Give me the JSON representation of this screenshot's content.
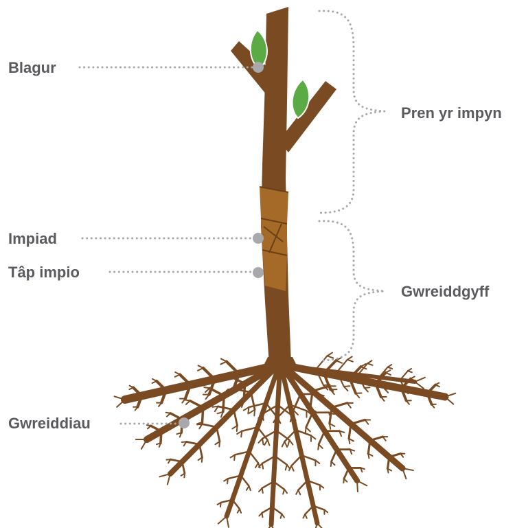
{
  "labels": {
    "bud": "Blagur",
    "scion": "Pren yr impyn",
    "graft": "Impiad",
    "graft_tape": "Tâp impio",
    "rootstock": "Gwreiddgyff",
    "roots": "Gwreiddiau"
  },
  "colors": {
    "wood": "#7a4a22",
    "tape": "#a56a28",
    "leaf": "#5aaa46",
    "label_text": "#5a5a5f",
    "leader": "#a9a9ad"
  }
}
